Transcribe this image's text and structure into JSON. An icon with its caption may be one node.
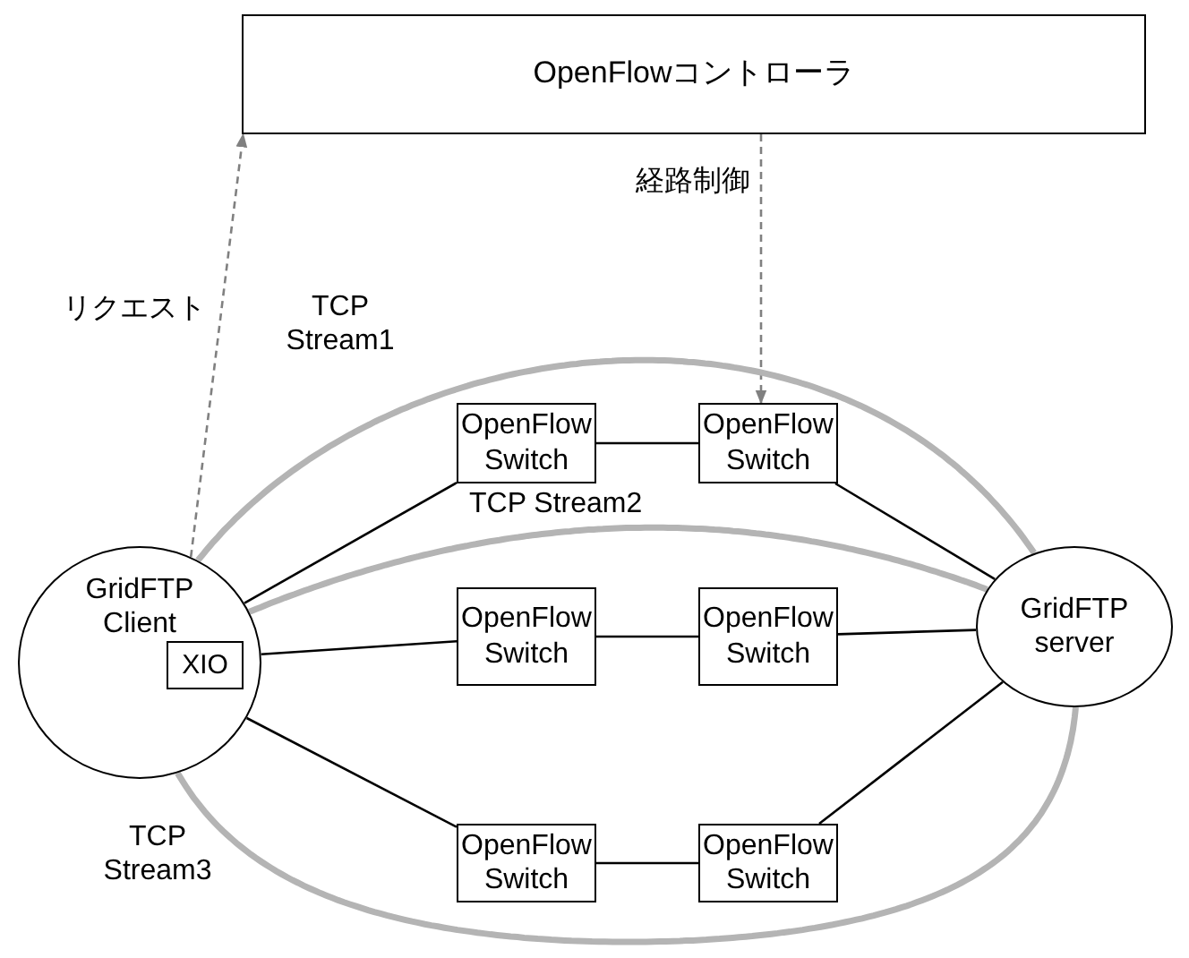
{
  "diagram": {
    "nodes": [
      {
        "text": [
          "OpenFlowコントローラ"
        ]
      },
      {
        "text": [
          "GridFTP Client"
        ]
      },
      {
        "text": [
          "XIO"
        ],
        "in": 1
      },
      {
        "text": [
          "GridFTP server"
        ]
      },
      {
        "text": [
          "OpenFlow Switch"
        ]
      },
      {
        "text": [
          "OpenFlow Switch"
        ]
      },
      {
        "text": [
          "OpenFlow Switch"
        ]
      },
      {
        "text": [
          "OpenFlow Switch"
        ]
      },
      {
        "text": [
          "OpenFlow Switch"
        ]
      },
      {
        "text": [
          "OpenFlow Switch"
        ]
      }
    ],
    "edges": [
      {
        "from": 1,
        "to": 0,
        "arrow": "to",
        "style": "dashed",
        "color": "#808080",
        "label": "リクエスト"
      },
      {
        "from": 0,
        "to": 5,
        "arrow": "to",
        "style": "dashed",
        "color": "#808080",
        "label": "経路制御"
      },
      {
        "from": 1,
        "to": 4,
        "arrow": "none"
      },
      {
        "from": 4,
        "to": 5,
        "arrow": "none"
      },
      {
        "from": 5,
        "to": 3,
        "arrow": "none"
      },
      {
        "from": 1,
        "to": 6,
        "arrow": "none"
      },
      {
        "from": 6,
        "to": 7,
        "arrow": "none"
      },
      {
        "from": 7,
        "to": 3,
        "arrow": "none"
      },
      {
        "from": 1,
        "to": 8,
        "arrow": "none"
      },
      {
        "from": 8,
        "to": 9,
        "arrow": "none"
      },
      {
        "from": 9,
        "to": 3,
        "arrow": "none"
      },
      {
        "from": 1,
        "to": 3,
        "arrow": "none",
        "style": "thick",
        "color": "#b4b4b4",
        "label": "TCP Stream1"
      },
      {
        "from": 1,
        "to": 3,
        "arrow": "none",
        "style": "thick",
        "color": "#b4b4b4",
        "label": "TCP Stream2"
      },
      {
        "from": 1,
        "to": 3,
        "arrow": "none",
        "style": "thick",
        "color": "#b4b4b4",
        "label": "TCP Stream3"
      }
    ]
  }
}
